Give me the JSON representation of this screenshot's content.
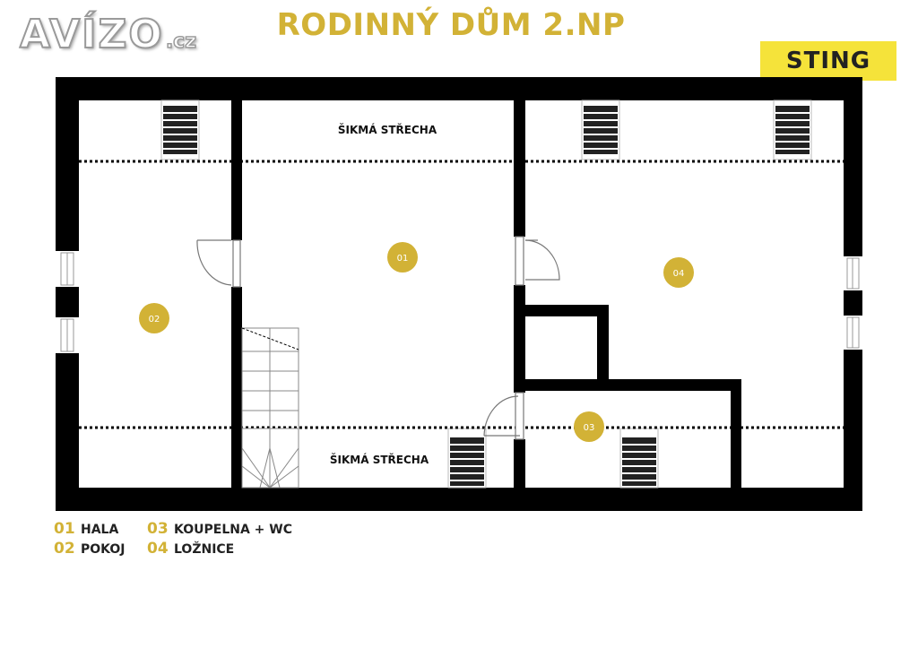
{
  "logo": {
    "name": "AVÍZO",
    "tld": ".cz"
  },
  "title": "RODINNÝ DŮM 2.NP",
  "brand": "STING",
  "plan": {
    "roof_label_top": "ŠIKMÁ STŘECHA",
    "roof_label_bottom": "ŠIKMÁ STŘECHA",
    "rooms": [
      {
        "code": "01"
      },
      {
        "code": "02"
      },
      {
        "code": "03"
      },
      {
        "code": "04"
      }
    ]
  },
  "legend": [
    {
      "code": "01",
      "label": "HALA"
    },
    {
      "code": "03",
      "label": "KOUPELNA + WC"
    },
    {
      "code": "02",
      "label": "POKOJ"
    },
    {
      "code": "04",
      "label": "LOŽNICE"
    }
  ],
  "colors": {
    "accent": "#d2b236",
    "brand_bg": "#f5e33a",
    "wall": "#000000"
  }
}
